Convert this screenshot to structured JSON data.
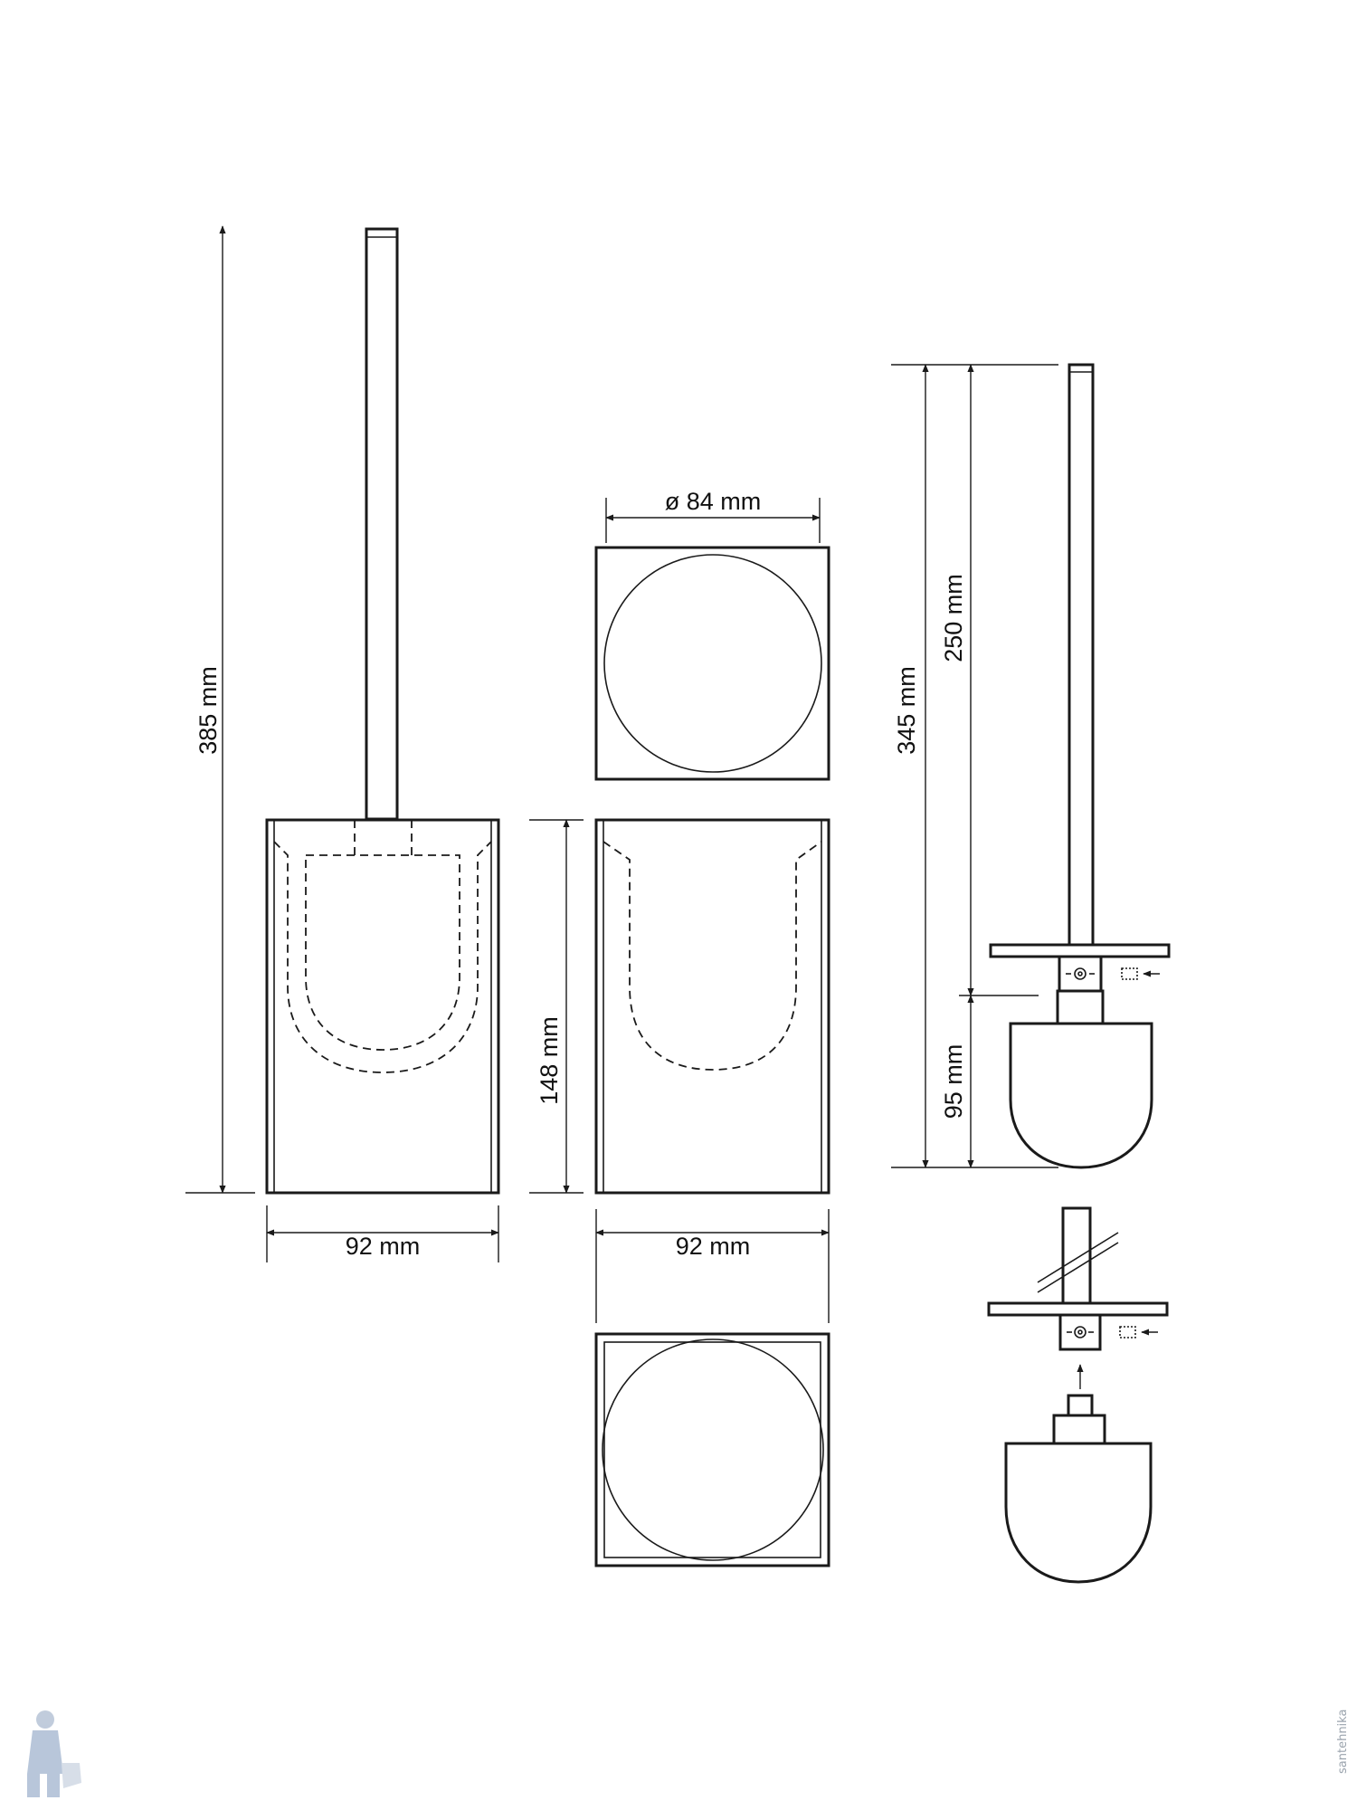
{
  "dimensions": {
    "overall_height": "385 mm",
    "holder_width_front": "92 mm",
    "holder_width_side": "92 mm",
    "opening_diameter": "ø 84 mm",
    "holder_height": "148 mm",
    "brush_total_length": "345 mm",
    "handle_length": "250 mm",
    "brush_head_length": "95 mm"
  },
  "watermark": {
    "side_text": "santehnika"
  },
  "colors": {
    "line": "#1a1a1a",
    "background": "#ffffff",
    "watermark": "#9aa3ad"
  }
}
